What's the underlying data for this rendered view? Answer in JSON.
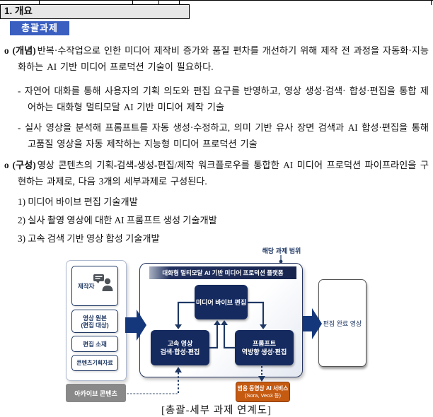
{
  "page": {
    "header_title": "1. 개요",
    "badge": "총괄과제",
    "caption": "[총괄-세부 과제 연계도]"
  },
  "paragraphs": {
    "concept_bullet": "o",
    "concept_label": "(개념)",
    "concept_text": "반복·수작업으로 인한 미디어 제작비 증가와 품질 편차를 개선하기 위해 제작 전 과정을 자동화·지능화하는 AI 기반 미디어 프로덕션 기술이 필요하다.",
    "dash_mark": "-",
    "dash1": "자연어 대화를 통해 사용자의 기획 의도와 편집 요구를 반영하고, 영상 생성·검색· 합성·편집을 통합 제어하는 대화형 멀티모달 AI 기반 미디어 제작 기술",
    "dash2": "실사 영상을 분석해 프롬프트를 자동 생성·수정하고, 의미 기반 유사 장면 검색과 AI 합성·편집을 통해 고품질 영상을 자동 제작하는 지능형 미디어 프로덕션 기술",
    "comp_bullet": "o",
    "comp_label": "(구성)",
    "comp_text": "영상 콘텐츠의 기획-검색-생성-편집/제작 워크플로우를 통합한 AI 미디어 프로덕션 파이프라인을 구현하는 과제로, 다음 3개의 세부과제로 구성된다.",
    "items": [
      "1) 미디어 바이브 편집 기술개발",
      "2) 실사 촬영 영상에 대한 AI 프롬프트 생성 기술개발",
      "3) 고속 검색 기반 영상 합성 기술개발"
    ]
  },
  "diagram": {
    "scope_label": "해당 과제 범위",
    "producer": "제작자",
    "source_line1": "영상 원본",
    "source_line2": "(편집 대상)",
    "material": "편집 소재",
    "plan": "콘텐츠기획자료",
    "platform_title": "대화형 멀티모달 AI 기반 미디어 프로덕션 플랫폼",
    "vibe_box": "미디어 바이브 편집",
    "search_line1": "고속 영상",
    "search_line2": "검색·합성·편집",
    "prompt_line1": "프롬프트",
    "prompt_line2": "역방향 생성·편집",
    "output": "편집 완료 영상",
    "archive": "아카이브 콘텐츠",
    "ai_service_line1": "범용 동영상 AI 서비스",
    "ai_service_line2": "(Sora, Veo3 등)"
  },
  "colors": {
    "badge_blue": "#3a5fc1",
    "navy_box": "#152a5e",
    "connector_navy": "#1f3864",
    "arrow_navy": "#14377c",
    "orange_box": "#c55a11",
    "archive_gray": "#898989",
    "header_gray": "#e7e7e7"
  }
}
